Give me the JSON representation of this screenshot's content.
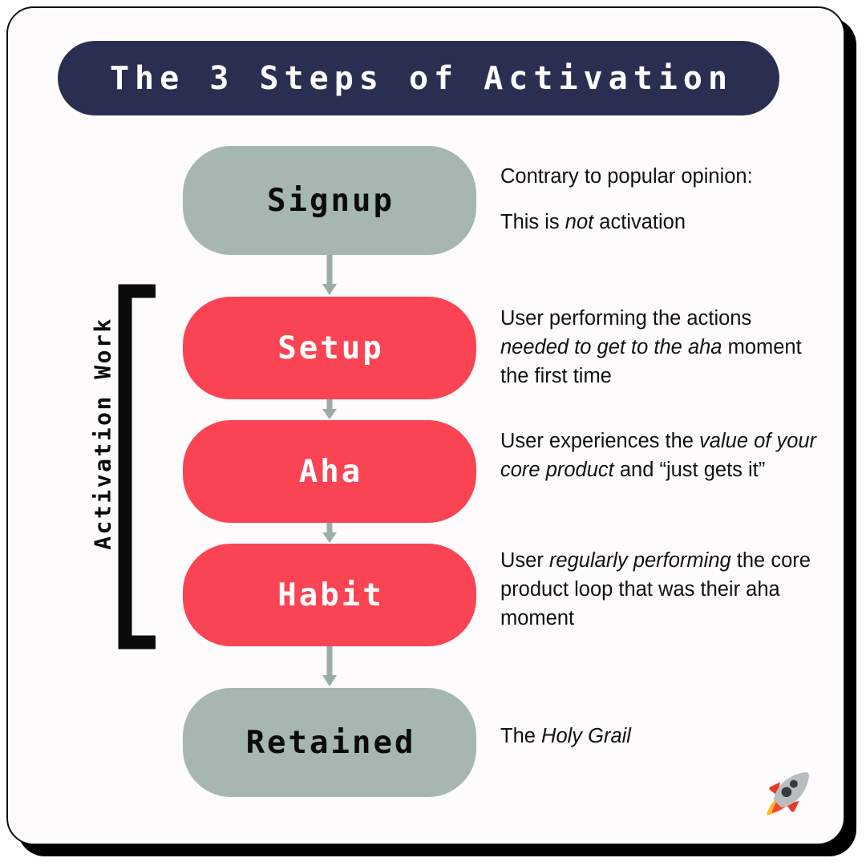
{
  "card": {
    "background_color": "#fdfbfc",
    "border_color": "#111111",
    "shadow_color": "#000000"
  },
  "title": {
    "text": "The 3 Steps of Activation",
    "pill_color": "#2a2f52",
    "text_color": "#ffffff"
  },
  "bracket": {
    "label": "Activation Work",
    "color": "#0b0b0b"
  },
  "colors": {
    "neutral_step": "#a6b6b1",
    "activation_step": "#fb4453",
    "arrow": "#9aada8",
    "body_text": "#111111"
  },
  "steps": [
    {
      "id": "signup",
      "label": "Signup",
      "style": "gray",
      "in_activation_work": false,
      "description": {
        "lines": [
          {
            "segments": [
              {
                "text": "Contrary to popular opinion:",
                "italic": false
              }
            ]
          },
          {
            "blank": true
          },
          {
            "segments": [
              {
                "text": "This is ",
                "italic": false
              },
              {
                "text": "not",
                "italic": true
              },
              {
                "text": " activation",
                "italic": false
              }
            ]
          }
        ]
      }
    },
    {
      "id": "setup",
      "label": "Setup",
      "style": "red",
      "in_activation_work": true,
      "description": {
        "lines": [
          {
            "segments": [
              {
                "text": "User performing the actions ",
                "italic": false
              },
              {
                "text": "needed to get to the aha",
                "italic": true
              },
              {
                "text": " moment the first time",
                "italic": false
              }
            ]
          }
        ]
      }
    },
    {
      "id": "aha",
      "label": "Aha",
      "style": "red",
      "in_activation_work": true,
      "description": {
        "lines": [
          {
            "segments": [
              {
                "text": "User experiences the ",
                "italic": false
              },
              {
                "text": "value of your core product",
                "italic": true
              },
              {
                "text": " and “just gets it”",
                "italic": false
              }
            ]
          }
        ]
      }
    },
    {
      "id": "habit",
      "label": "Habit",
      "style": "red",
      "in_activation_work": true,
      "description": {
        "lines": [
          {
            "segments": [
              {
                "text": "User ",
                "italic": false
              },
              {
                "text": "regularly performing",
                "italic": true
              },
              {
                "text": " the core product loop that was their aha moment",
                "italic": false
              }
            ]
          }
        ]
      }
    },
    {
      "id": "retained",
      "label": "Retained",
      "style": "gray",
      "in_activation_work": false,
      "description": {
        "lines": [
          {
            "segments": [
              {
                "text": "The ",
                "italic": false
              },
              {
                "text": "Holy Grail",
                "italic": true
              }
            ]
          }
        ]
      }
    }
  ],
  "decoration": {
    "rocket_icon": "rocket-icon"
  }
}
